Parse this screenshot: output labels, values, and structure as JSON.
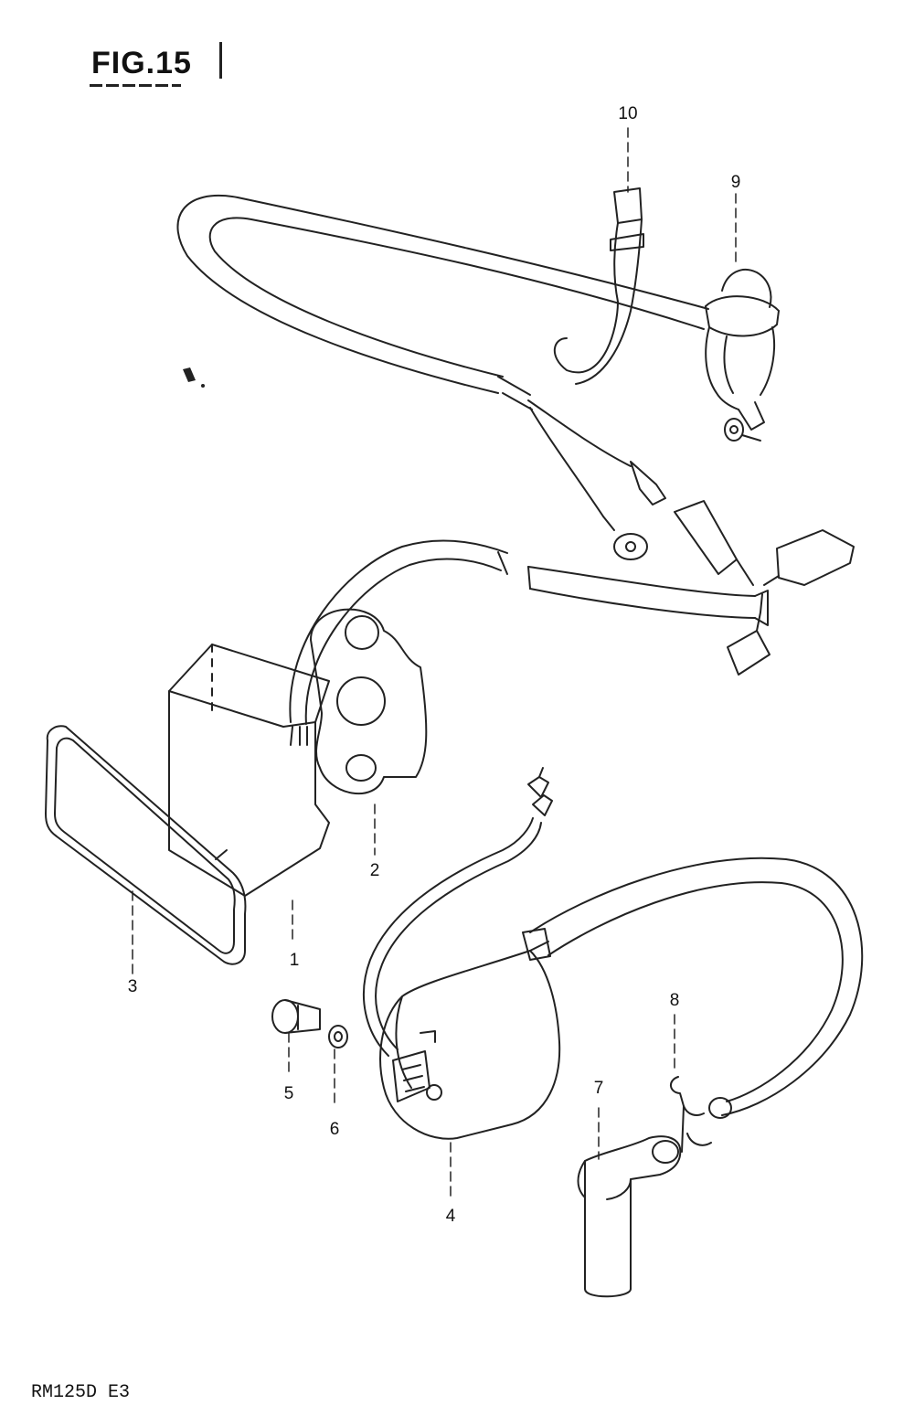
{
  "figure": {
    "title": "FIG.15",
    "model_code": "RM125D E3"
  },
  "callouts": [
    "1",
    "2",
    "3",
    "4",
    "5",
    "6",
    "7",
    "8",
    "9",
    "10"
  ]
}
